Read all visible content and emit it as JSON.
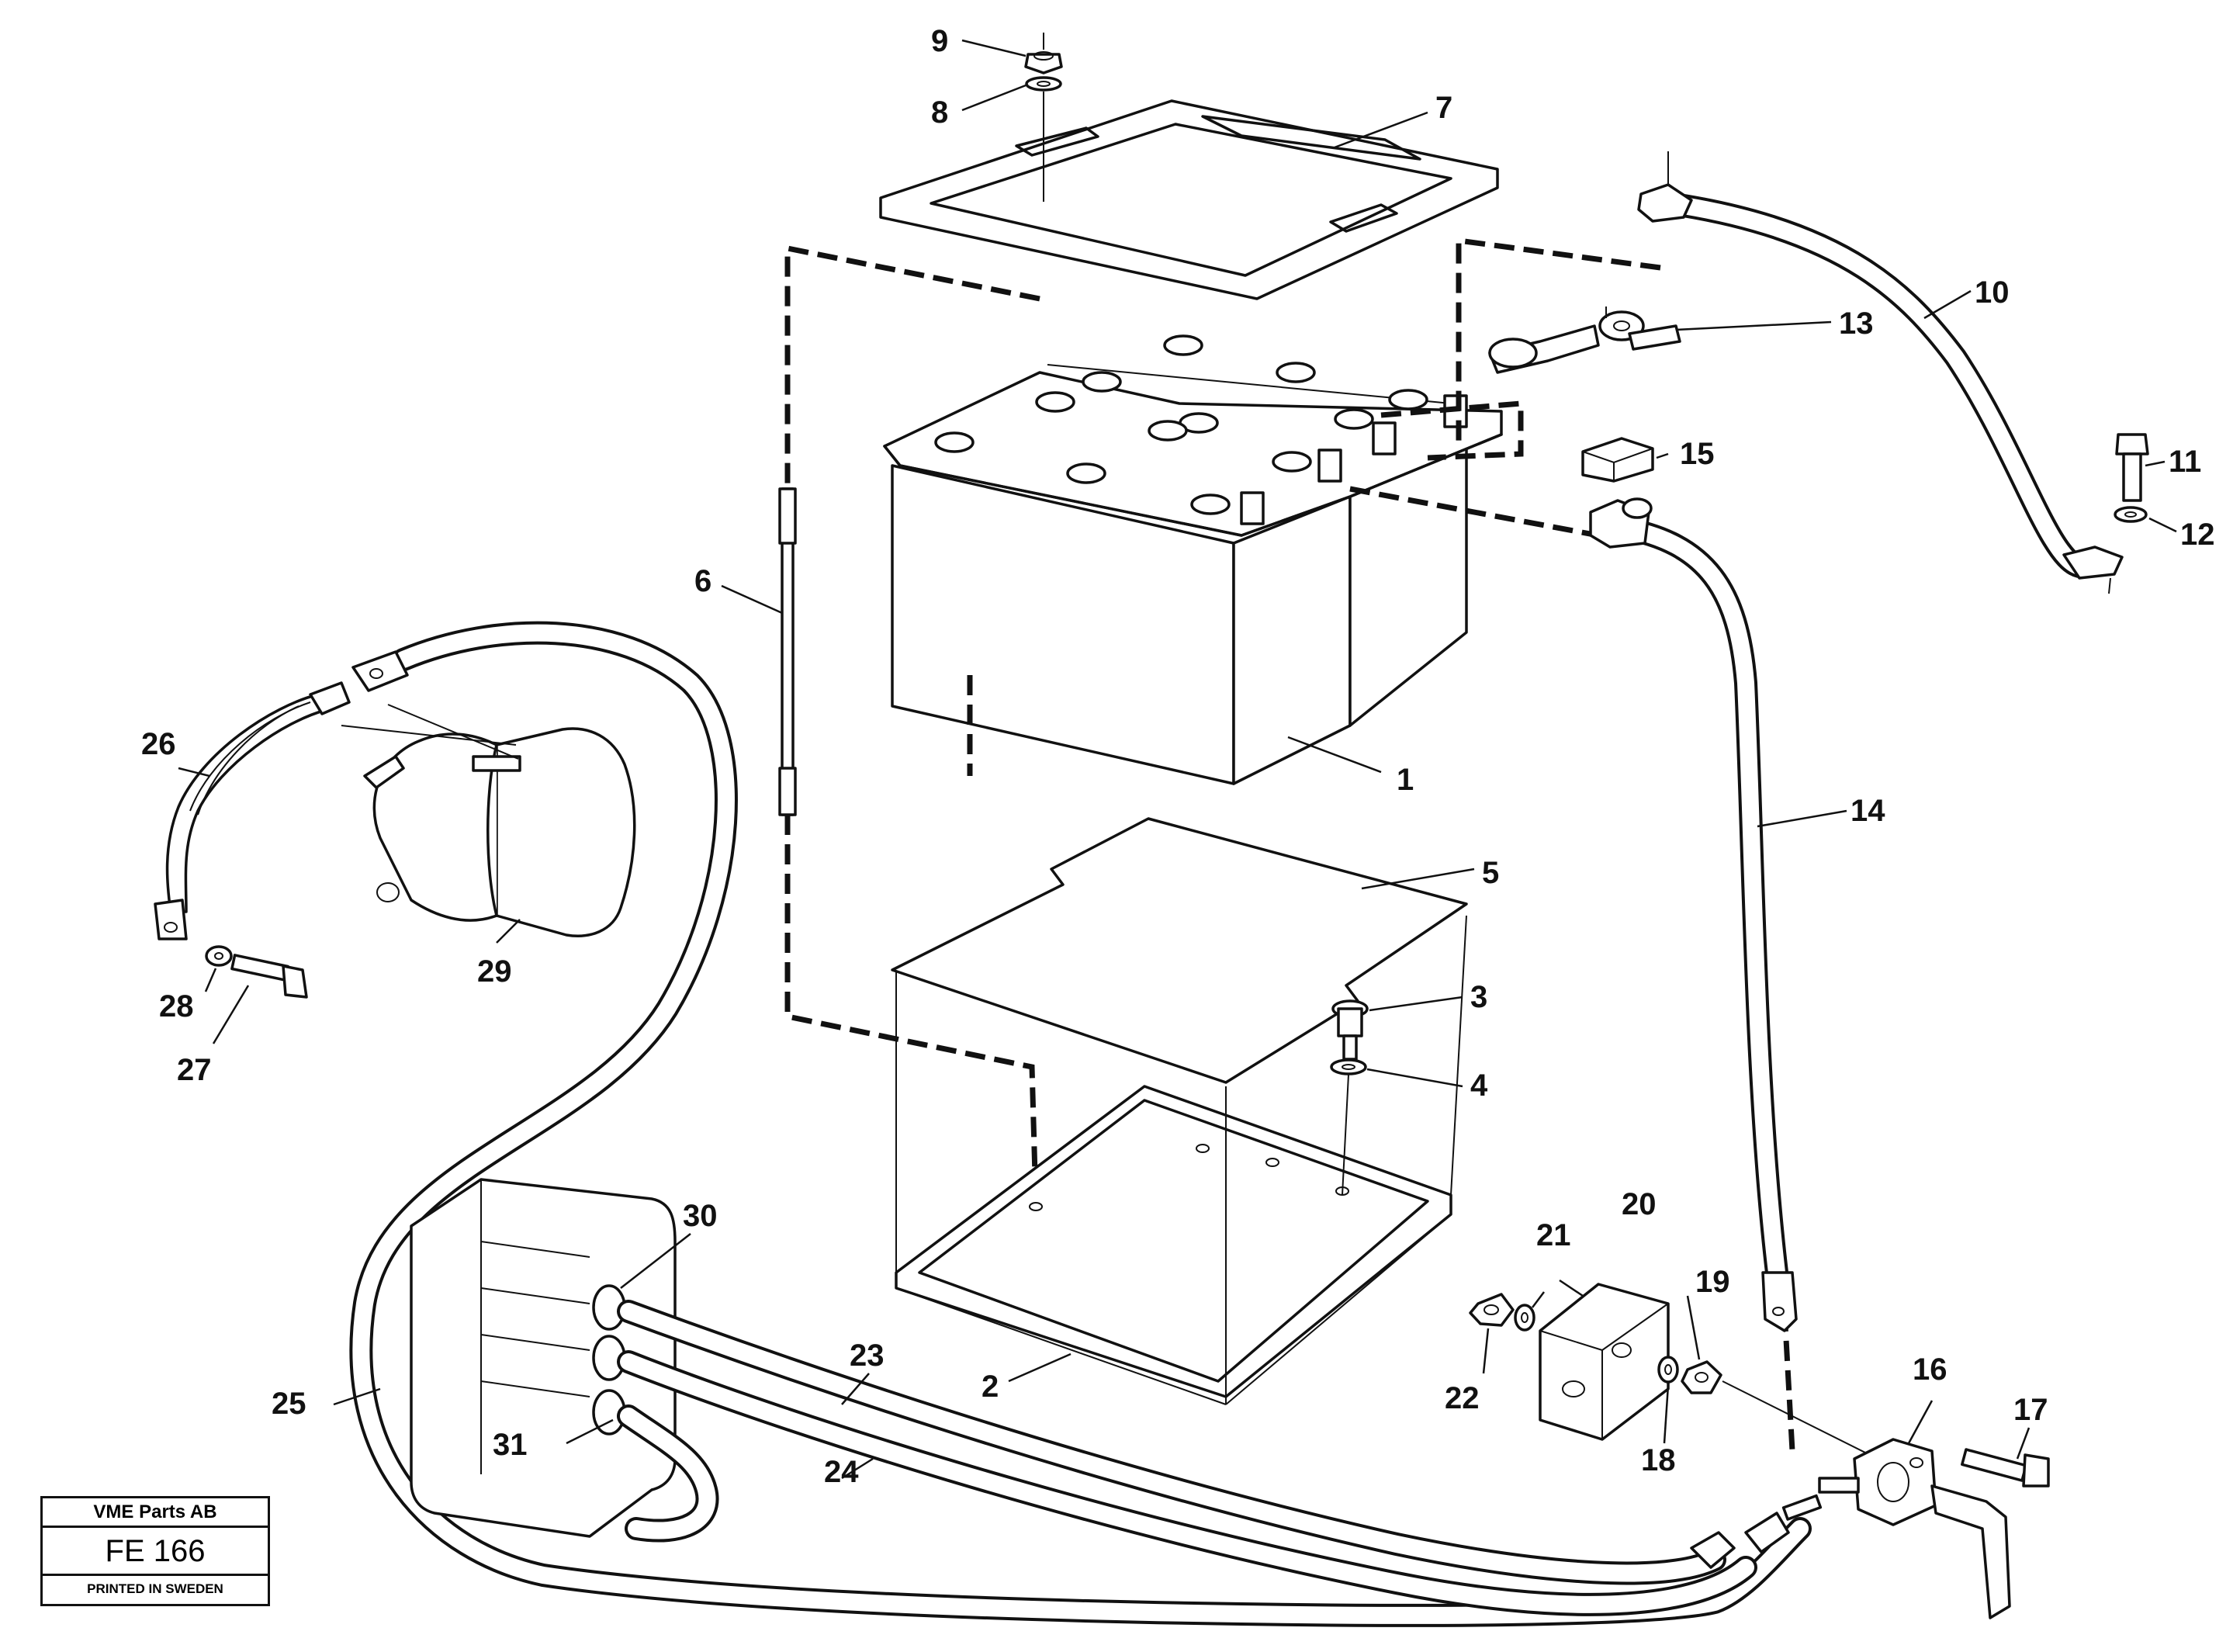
{
  "callouts": {
    "c1": "1",
    "c2": "2",
    "c3": "3",
    "c4": "4",
    "c5": "5",
    "c6": "6",
    "c7": "7",
    "c8": "8",
    "c9": "9",
    "c10": "10",
    "c11": "11",
    "c12": "12",
    "c13": "13",
    "c14": "14",
    "c15": "15",
    "c16": "16",
    "c17": "17",
    "c18": "18",
    "c19": "19",
    "c20": "20",
    "c21": "21",
    "c22": "22",
    "c23": "23",
    "c24": "24",
    "c25": "25",
    "c26": "26",
    "c27": "27",
    "c28": "28",
    "c29": "29",
    "c30": "30",
    "c31": "31"
  },
  "title_block": {
    "company": "VME Parts AB",
    "figure": "FE 166",
    "printed": "PRINTED IN SWEDEN"
  }
}
